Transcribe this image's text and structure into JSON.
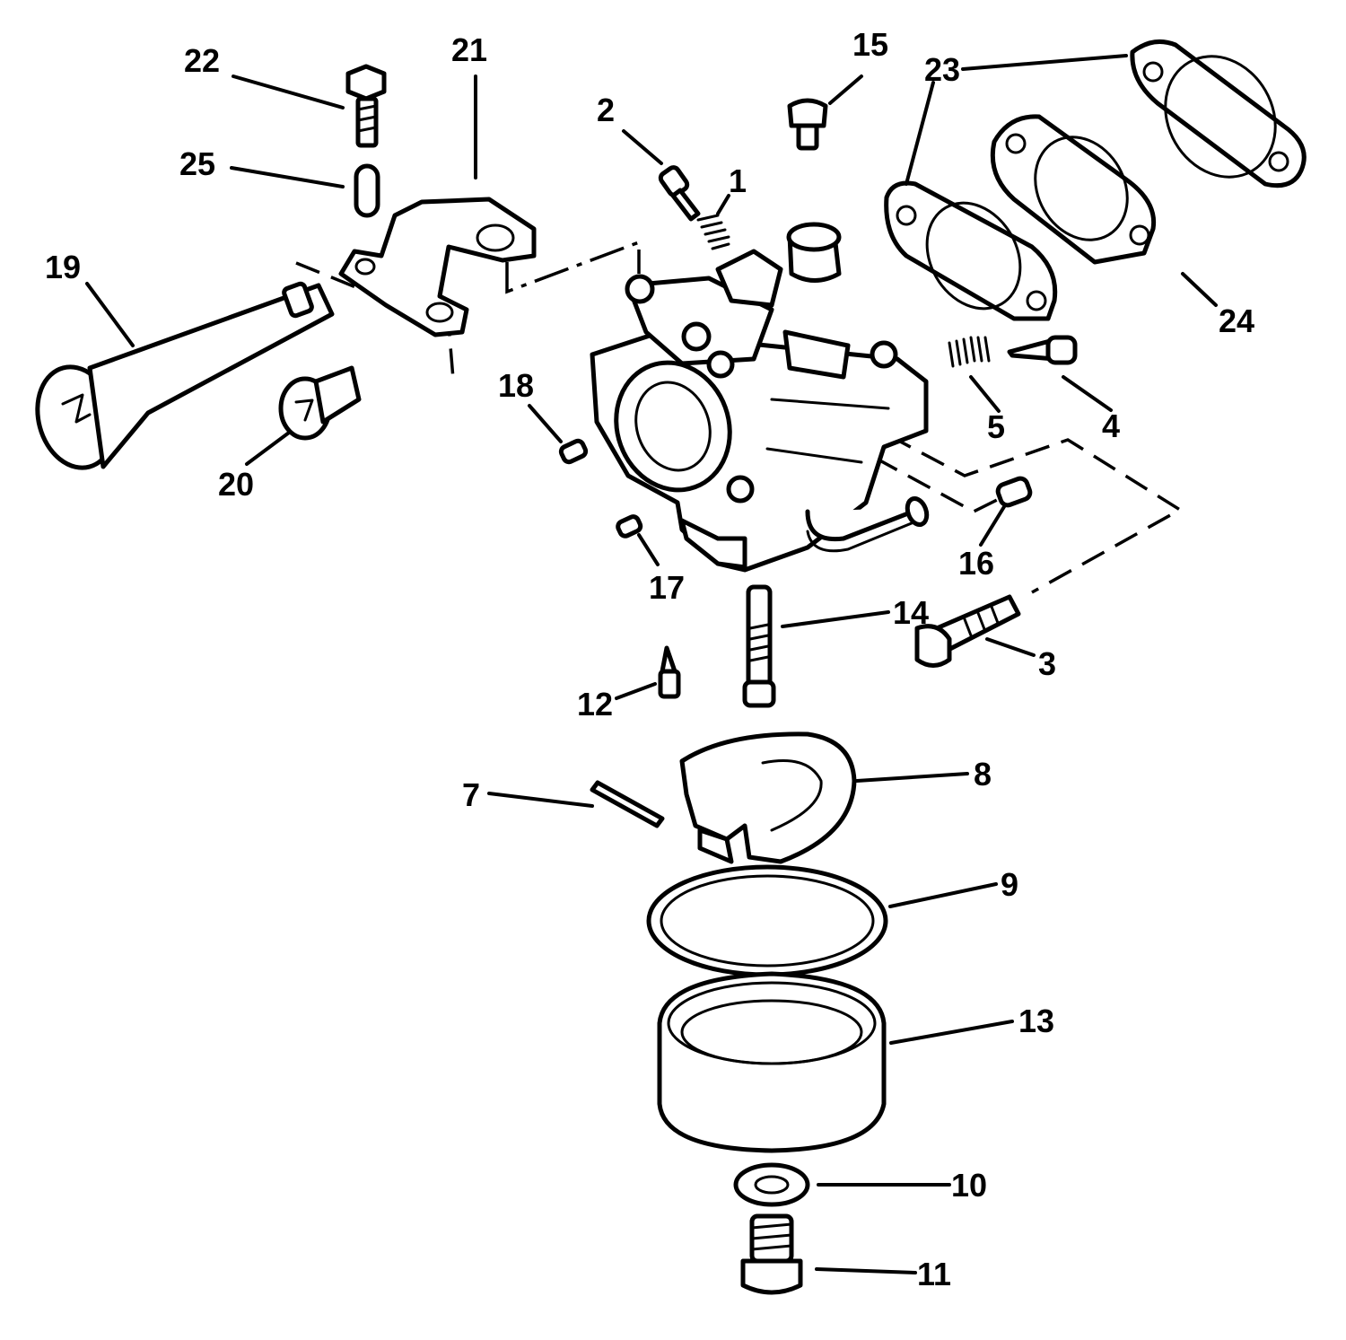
{
  "title": "",
  "colors": {
    "line": "#000000",
    "background": "#ffffff"
  },
  "callouts": [
    "1",
    "2",
    "3",
    "4",
    "5",
    "7",
    "8",
    "9",
    "10",
    "11",
    "12",
    "13",
    "14",
    "15",
    "16",
    "17",
    "18",
    "19",
    "20",
    "21",
    "22",
    "23",
    "23",
    "24",
    "25"
  ]
}
